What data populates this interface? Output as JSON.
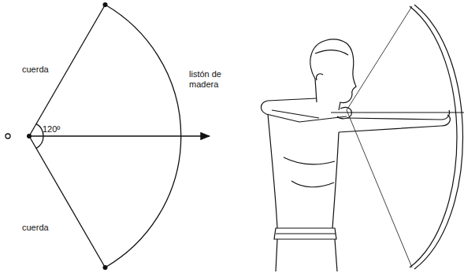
{
  "diagram": {
    "labels": [
      "cuerda",
      "listón de madera",
      "120º",
      "cuerda"
    ]
  }
}
